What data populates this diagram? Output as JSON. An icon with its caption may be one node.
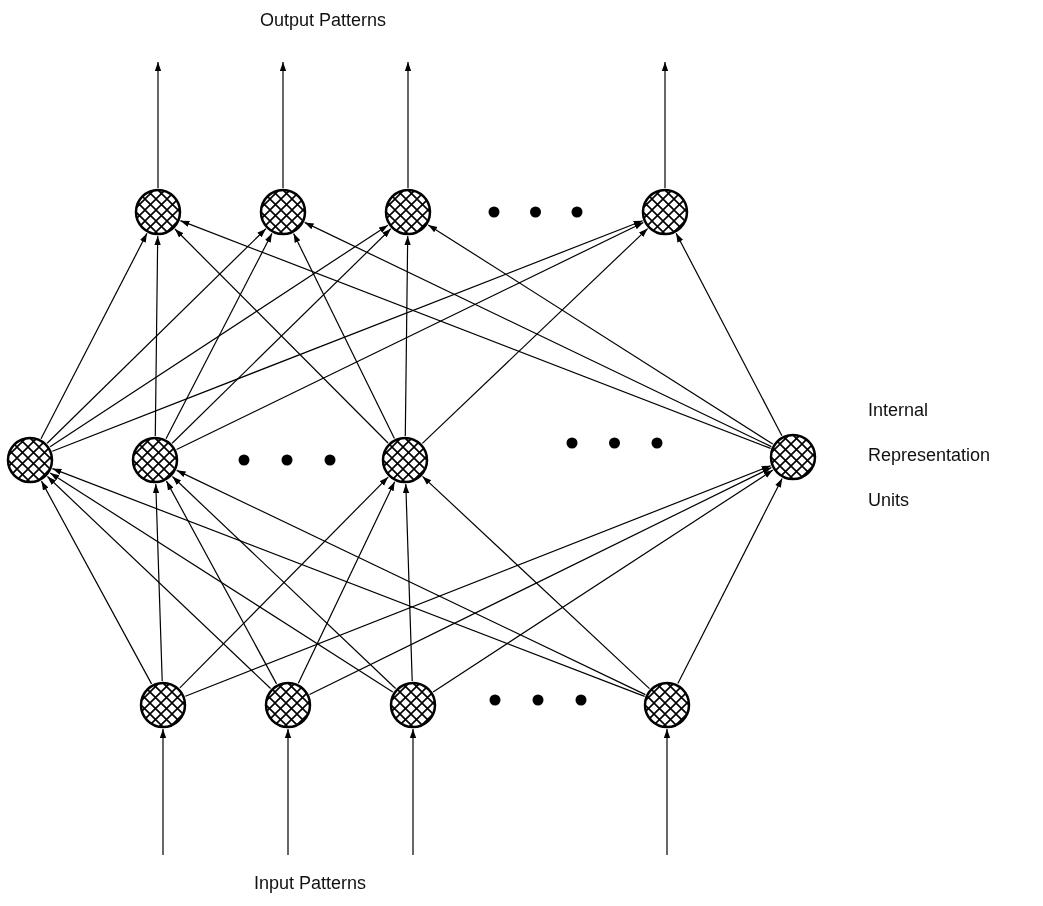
{
  "diagram": {
    "title": "Output Patterns",
    "nodes": [
      {
        "text": [],
        "shape": "circle"
      },
      {
        "text": [],
        "shape": "circle"
      },
      {
        "text": [],
        "shape": "circle"
      },
      {
        "text": [],
        "shape": "circle"
      },
      {
        "text": [],
        "shape": "circle"
      },
      {
        "text": [],
        "shape": "circle"
      },
      {
        "text": [],
        "shape": "circle"
      },
      {
        "text": [],
        "shape": "circle"
      },
      {
        "text": [],
        "shape": "circle"
      },
      {
        "text": [],
        "shape": "circle"
      },
      {
        "text": [],
        "shape": "circle"
      },
      {
        "text": [],
        "shape": "circle"
      }
    ],
    "edges": [
      {
        "from": 0,
        "to": null,
        "arrow": "to"
      },
      {
        "from": 1,
        "to": null,
        "arrow": "to"
      },
      {
        "from": 2,
        "to": null,
        "arrow": "to"
      },
      {
        "from": 3,
        "to": null,
        "arrow": "to"
      },
      {
        "from": 4,
        "to": 0,
        "arrow": "to"
      },
      {
        "from": 4,
        "to": 1,
        "arrow": "to"
      },
      {
        "from": 4,
        "to": 2,
        "arrow": "to"
      },
      {
        "from": 4,
        "to": 3,
        "arrow": "to"
      },
      {
        "from": 5,
        "to": 0,
        "arrow": "to"
      },
      {
        "from": 5,
        "to": 1,
        "arrow": "to"
      },
      {
        "from": 5,
        "to": 2,
        "arrow": "to"
      },
      {
        "from": 5,
        "to": 3,
        "arrow": "to"
      },
      {
        "from": 6,
        "to": 0,
        "arrow": "to"
      },
      {
        "from": 6,
        "to": 1,
        "arrow": "to"
      },
      {
        "from": 6,
        "to": 2,
        "arrow": "to"
      },
      {
        "from": 6,
        "to": 3,
        "arrow": "to"
      },
      {
        "from": 7,
        "to": 0,
        "arrow": "to"
      },
      {
        "from": 7,
        "to": 1,
        "arrow": "to"
      },
      {
        "from": 7,
        "to": 2,
        "arrow": "to"
      },
      {
        "from": 7,
        "to": 3,
        "arrow": "to"
      },
      {
        "from": 8,
        "to": 4,
        "arrow": "to"
      },
      {
        "from": 8,
        "to": 5,
        "arrow": "to"
      },
      {
        "from": 8,
        "to": 6,
        "arrow": "to"
      },
      {
        "from": 8,
        "to": 7,
        "arrow": "to"
      },
      {
        "from": 9,
        "to": 4,
        "arrow": "to"
      },
      {
        "from": 9,
        "to": 5,
        "arrow": "to"
      },
      {
        "from": 9,
        "to": 6,
        "arrow": "to"
      },
      {
        "from": 9,
        "to": 7,
        "arrow": "to"
      },
      {
        "from": 10,
        "to": 4,
        "arrow": "to"
      },
      {
        "from": 10,
        "to": 5,
        "arrow": "to"
      },
      {
        "from": 10,
        "to": 6,
        "arrow": "to"
      },
      {
        "from": 10,
        "to": 7,
        "arrow": "to"
      },
      {
        "from": 11,
        "to": 4,
        "arrow": "to"
      },
      {
        "from": 11,
        "to": 5,
        "arrow": "to"
      },
      {
        "from": 11,
        "to": 6,
        "arrow": "to"
      },
      {
        "from": 11,
        "to": 7,
        "arrow": "to"
      },
      {
        "from": null,
        "to": 8,
        "arrow": "to"
      },
      {
        "from": null,
        "to": 9,
        "arrow": "to"
      },
      {
        "from": null,
        "to": 10,
        "arrow": "to"
      },
      {
        "from": null,
        "to": 11,
        "arrow": "to"
      }
    ],
    "labels": [
      "Internal Representation Units",
      "Input Patterns"
    ]
  }
}
